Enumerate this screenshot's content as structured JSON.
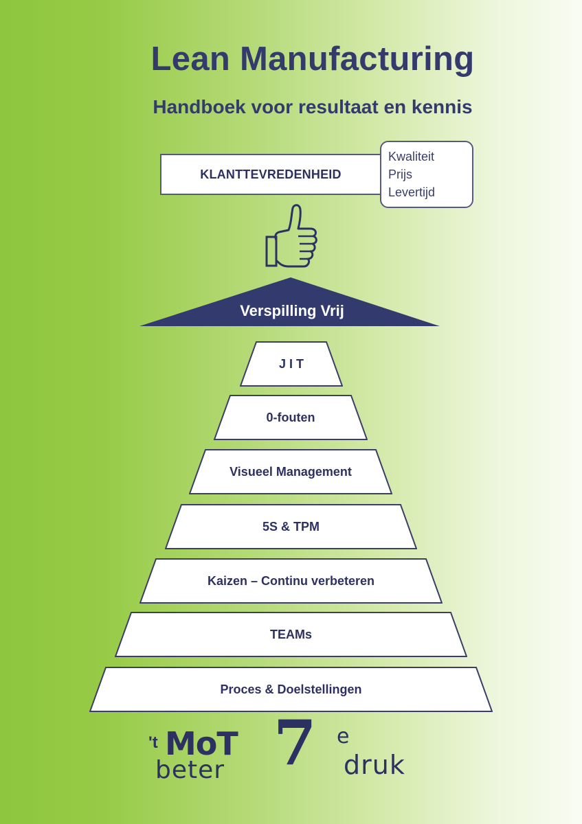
{
  "cover": {
    "title": "Lean Manufacturing",
    "subtitle": "Handboek voor resultaat en kennis"
  },
  "goal": {
    "label": "KLANTTEVREDENHEID",
    "criteria": [
      "Kwaliteit",
      "Prijs",
      "Levertijd"
    ]
  },
  "roof": {
    "label": "Verspilling Vrij"
  },
  "pyramid": {
    "tiers": [
      "J I T",
      "0-fouten",
      "Visueel Management",
      "5S & TPM",
      "Kaizen – Continu verbeteren",
      "TEAMs",
      "Proces & Doelstellingen"
    ]
  },
  "publisher": {
    "prefix": "'t",
    "name": "MoT",
    "tagline": "beter"
  },
  "edition": {
    "number": "7",
    "suffix": "e",
    "word": "druk"
  },
  "colors": {
    "navy": "#2d3161",
    "green": "#8ec63f",
    "roof": "#333a6e"
  }
}
